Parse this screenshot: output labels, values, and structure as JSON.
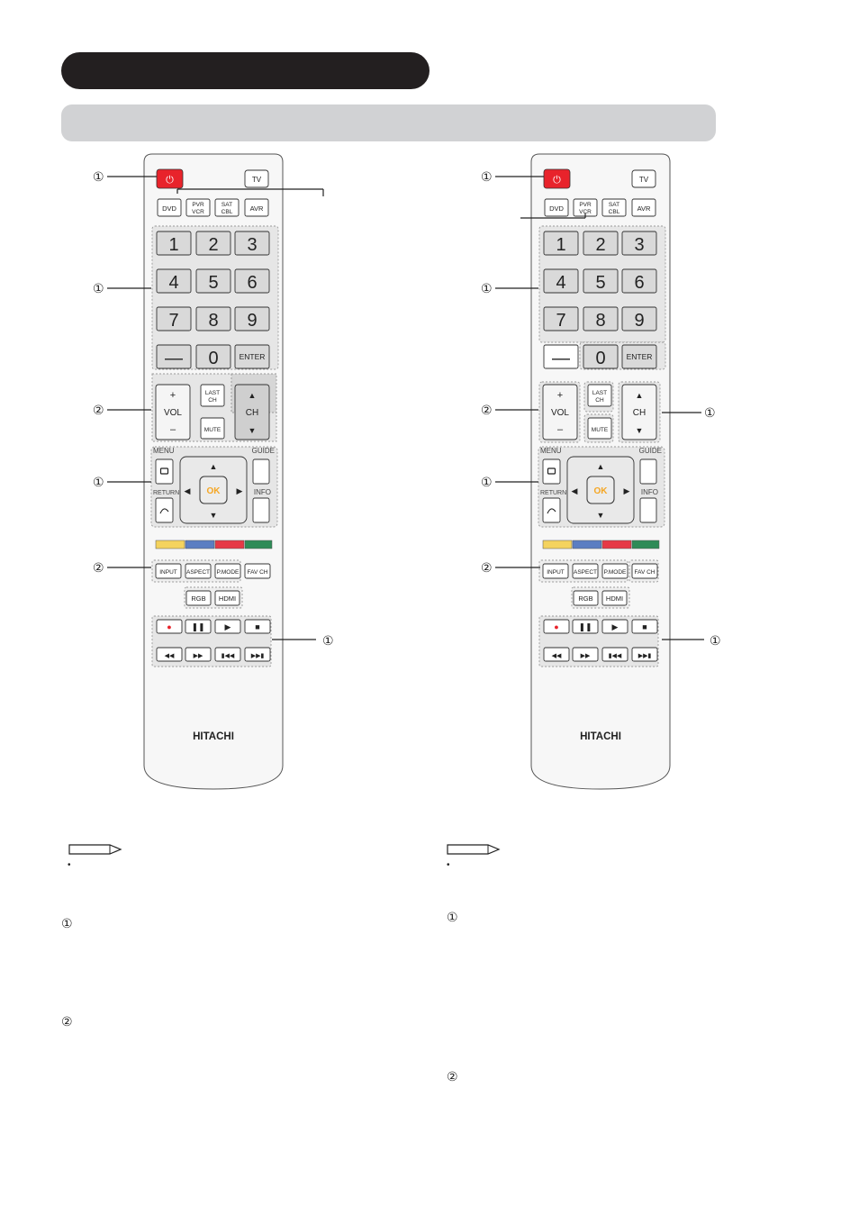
{
  "remote": {
    "brand": "HITACHI",
    "device_buttons": [
      "TV",
      "DVD",
      "PVR VCR",
      "SAT CBL",
      "AVR"
    ],
    "keypad": [
      "1",
      "2",
      "3",
      "4",
      "5",
      "6",
      "7",
      "8",
      "9",
      "—",
      "0",
      "ENTER"
    ],
    "vol": {
      "plus": "+",
      "label": "VOL",
      "minus": "–"
    },
    "ch": {
      "label": "CH",
      "up": "▲",
      "down": "▼"
    },
    "last_ch": "LAST CH",
    "mute": "MUTE",
    "menu": "MENU",
    "guide": "GUIDE",
    "return": "RETURN",
    "info": "INFO",
    "ok": "OK",
    "colors": [
      "#f4d35e",
      "#5b7ec2",
      "#e63946",
      "#2e8b57"
    ],
    "function_buttons": [
      "INPUT",
      "ASPECT",
      "P.MODE",
      "FAV CH"
    ],
    "source_buttons": [
      "RGB",
      "HDMI"
    ],
    "power_color": "#e8232b"
  },
  "markers": {
    "one": "①",
    "two": "②"
  },
  "callouts_left": [
    "①",
    "①",
    "②",
    "①",
    "②",
    "①"
  ],
  "callouts_right": [
    "①",
    "①",
    "②",
    "①",
    "①",
    "②",
    "①"
  ],
  "notes_left": [
    "①",
    "②"
  ],
  "notes_right": [
    "①",
    "②"
  ],
  "bullet": "•"
}
